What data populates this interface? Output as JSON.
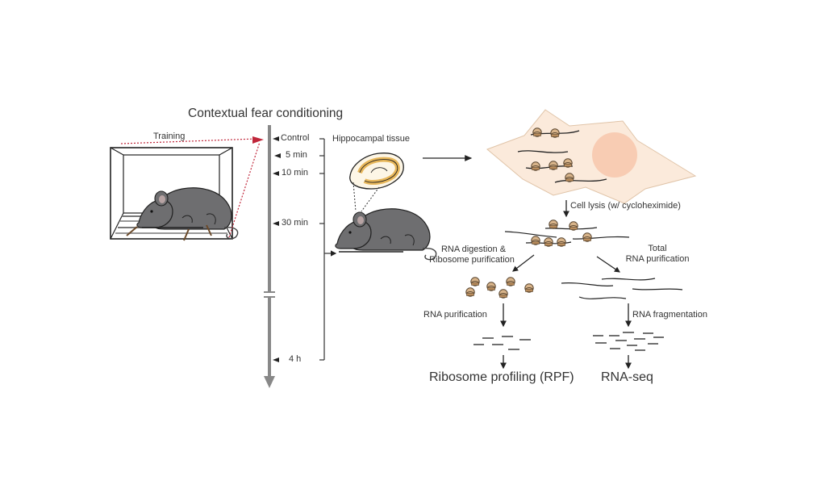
{
  "title": "Contextual fear conditioning",
  "training_label": "Training",
  "timeline": {
    "points": [
      {
        "label": "Control"
      },
      {
        "label": "5 min"
      },
      {
        "label": "10 min"
      },
      {
        "label": "30 min"
      },
      {
        "label": "4 h"
      }
    ]
  },
  "tissue_label": "Hippocampal tissue",
  "steps": {
    "cell_lysis": "Cell lysis (w/ cycloheximide)",
    "rna_digestion_line1": "RNA digestion &",
    "rna_digestion_line2": "Ribosome purification",
    "total_rna_line1": "Total",
    "total_rna_line2": "RNA purification",
    "rna_purification": "RNA purification",
    "rna_fragmentation": "RNA fragmentation"
  },
  "outputs": {
    "rpf": "Ribosome profiling (RPF)",
    "rnaseq": "RNA-seq"
  },
  "colors": {
    "mouse": "#6b6b6b",
    "arrow_red": "#c0263a",
    "cell_fill": "#fbe9d7",
    "nucleus": "#f7c9b0",
    "ribosome": "#c9a47a",
    "hippocampus": "#f6d89a",
    "axis": "#888888"
  }
}
